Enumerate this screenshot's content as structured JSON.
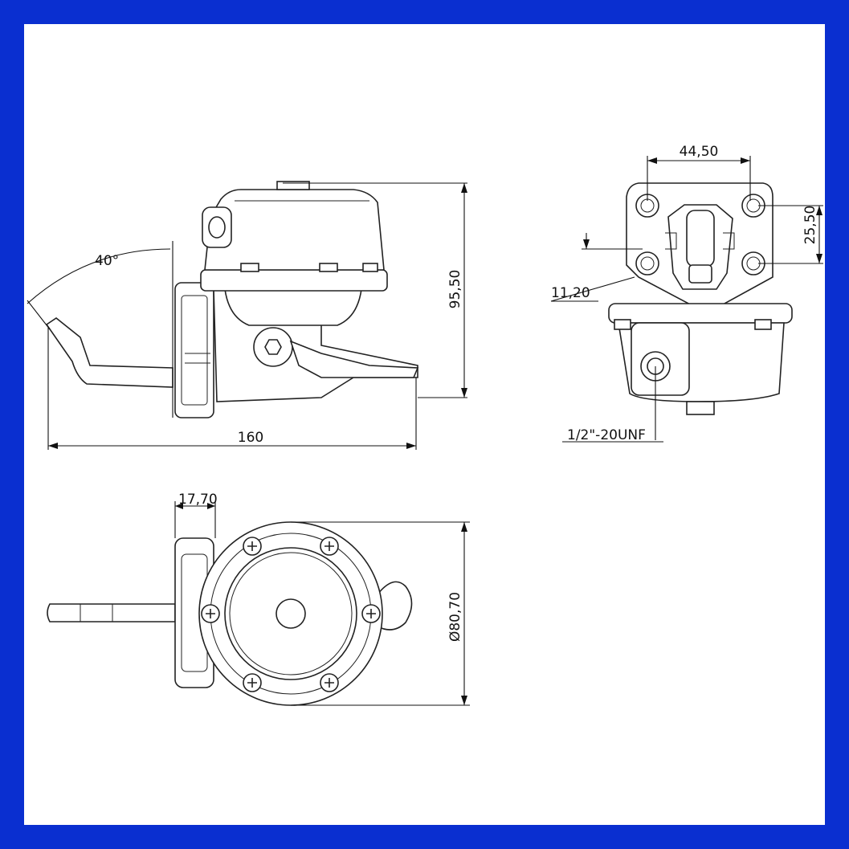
{
  "dimensions": {
    "angle": "40°",
    "height": "95,50",
    "length": "160",
    "hole_spacing": "44,50",
    "vertical_spacing": "25,50",
    "offset": "11,20",
    "thread": "1/2\"-20UNF",
    "flange_thickness": "17,70",
    "diameter": "Ø80,70"
  },
  "colors": {
    "border": "#0a2fd0",
    "sheet": "#ffffff",
    "line": "#222222"
  }
}
